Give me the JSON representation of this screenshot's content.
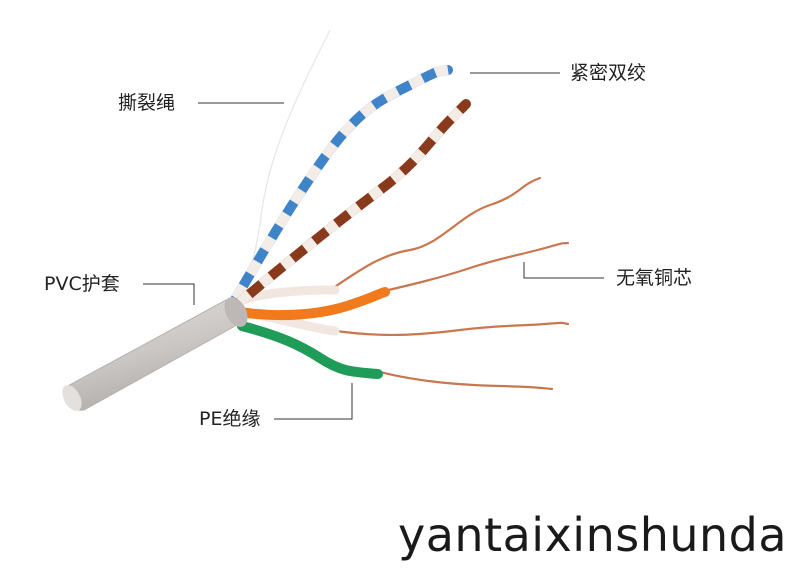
{
  "labels": {
    "rip_cord": "撕裂绳",
    "twisted_pair": "紧密双绞",
    "pvc_jacket": "PVC护套",
    "copper_core": "无氧铜芯",
    "pe_insulation": "PE绝缘"
  },
  "watermark": "yantaixinshunda.",
  "colors": {
    "jacket": "#c9c5c2",
    "blue": "#3f84c8",
    "brown": "#8a3a1c",
    "orange": "#f07a1c",
    "green": "#1f9c57",
    "copper": "#c9774e",
    "white_wire": "#f4ece6",
    "leader_line": "#333333"
  }
}
